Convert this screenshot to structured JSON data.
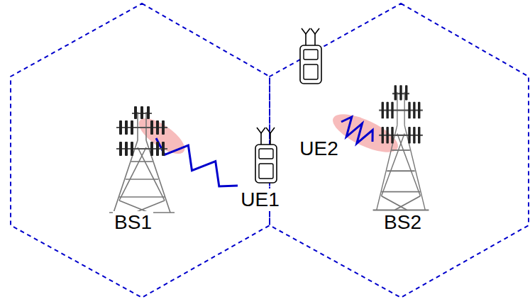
{
  "diagram": {
    "nodes": [
      {
        "text": [
          "BS1"
        ]
      },
      {
        "text": [
          "UE1"
        ]
      },
      {
        "text": [
          "UE2"
        ]
      },
      {
        "text": [
          "BS2"
        ]
      }
    ],
    "edges": [
      {
        "from": 0,
        "to": 1,
        "arrow": "none"
      },
      {
        "from": 3,
        "to": 2,
        "arrow": "none"
      }
    ]
  }
}
